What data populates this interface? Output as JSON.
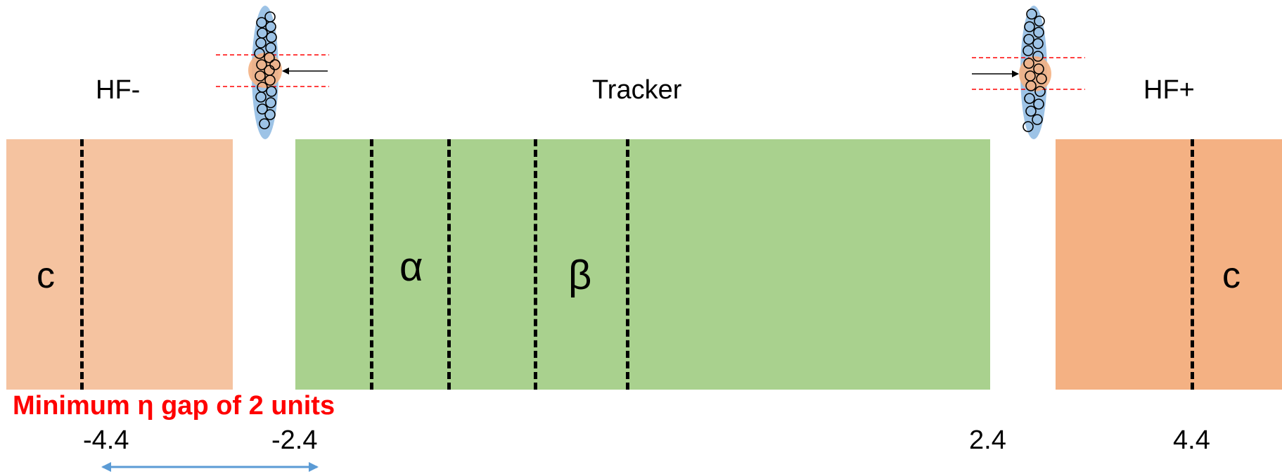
{
  "detectors": {
    "hf_minus": {
      "label": "HF-",
      "sub_label": "c",
      "color": "#f5c3a0"
    },
    "tracker": {
      "label": "Tracker",
      "subregions": [
        "α",
        "β"
      ],
      "color": "#a9d18e"
    },
    "hf_plus": {
      "label": "HF+",
      "sub_label": "c",
      "color": "#f4b183"
    }
  },
  "eta_ticks": [
    "-4.4",
    "-2.4",
    "2.4",
    "4.4"
  ],
  "gap_note": "Minimum η gap of 2 units",
  "colors": {
    "gap_note": "#ff0000",
    "gap_arrow": "#5b9bd5",
    "beam_outer": "#9dc3e6",
    "beam_core": "#f4b183",
    "cut_line": "#ff0000"
  }
}
